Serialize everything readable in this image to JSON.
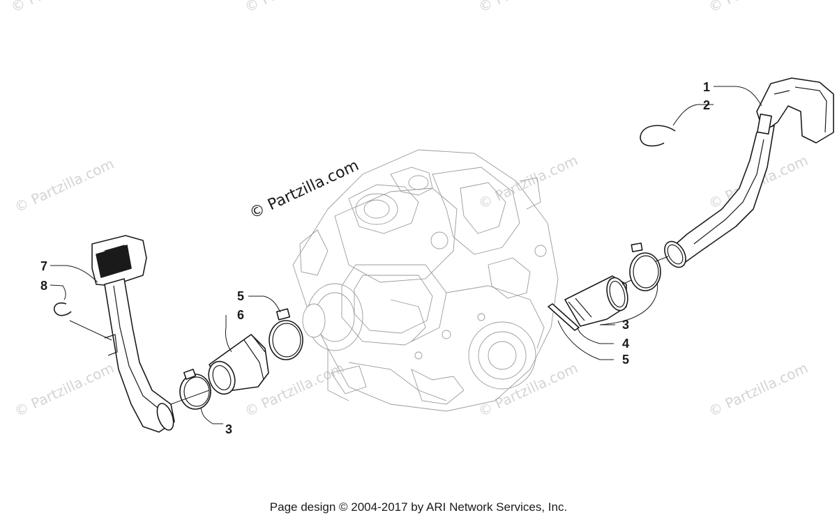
{
  "watermark": {
    "text": "© Partzilla.com",
    "main_text": "© Partzilla.com"
  },
  "callouts": {
    "c1": "1",
    "c2": "2",
    "c3_left": "3",
    "c3_right": "3",
    "c4": "4",
    "c5_left": "5",
    "c5_right": "5",
    "c6": "6",
    "c7": "7",
    "c8": "8"
  },
  "footer": {
    "text": "Page design © 2004-2017 by ARI Network Services, Inc."
  }
}
